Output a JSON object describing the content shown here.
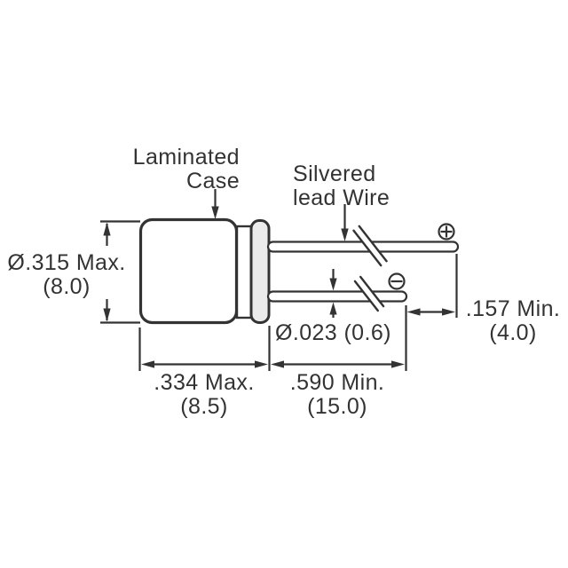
{
  "diagram": {
    "kind": "capacitor-outline-drawing",
    "colors": {
      "ink": "#333333",
      "background": "#ffffff",
      "seal_fill": "#ebebeb"
    },
    "labels": {
      "case": {
        "line1": "Laminated",
        "line2": "Case"
      },
      "lead_wire": {
        "line1": "Silvered",
        "line2": "lead Wire"
      }
    },
    "dimensions": {
      "body_diameter": {
        "imperial": "Ø.315 Max.",
        "metric": "(8.0)"
      },
      "lead_diameter": {
        "imperial": "Ø.023 (0.6)"
      },
      "body_length": {
        "imperial": ".334 Max.",
        "metric": "(8.5)"
      },
      "lead_length": {
        "imperial": ".590 Min.",
        "metric": "(15.0)"
      },
      "lead_end_offset": {
        "imperial": ".157 Min.",
        "metric": "(4.0)"
      }
    },
    "symbols": {
      "positive_terminal": "circle-plus",
      "negative_terminal": "circle-minus"
    }
  }
}
